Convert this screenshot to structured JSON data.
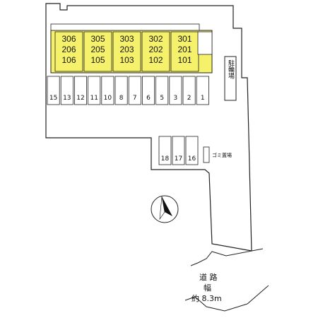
{
  "building": {
    "units": [
      {
        "top": "306",
        "mid": "206",
        "bot": "106"
      },
      {
        "top": "305",
        "mid": "205",
        "bot": "105"
      },
      {
        "top": "303",
        "mid": "203",
        "bot": "103"
      },
      {
        "top": "302",
        "mid": "202",
        "bot": "102"
      },
      {
        "top": "301",
        "mid": "201",
        "bot": "101"
      }
    ],
    "fill_color": "#f5f16a"
  },
  "parking_row_main": [
    "15",
    "13",
    "12",
    "11",
    "10",
    "8",
    "7",
    "6",
    "5",
    "3",
    "2",
    "1"
  ],
  "parking_row_lower": [
    "18",
    "17",
    "16"
  ],
  "labels": {
    "bicycle_parking": "駐輪場",
    "garbage": "ゴミ置場",
    "road_line1": "道 路",
    "road_line2": "幅",
    "road_line3": "約 8.3m"
  }
}
